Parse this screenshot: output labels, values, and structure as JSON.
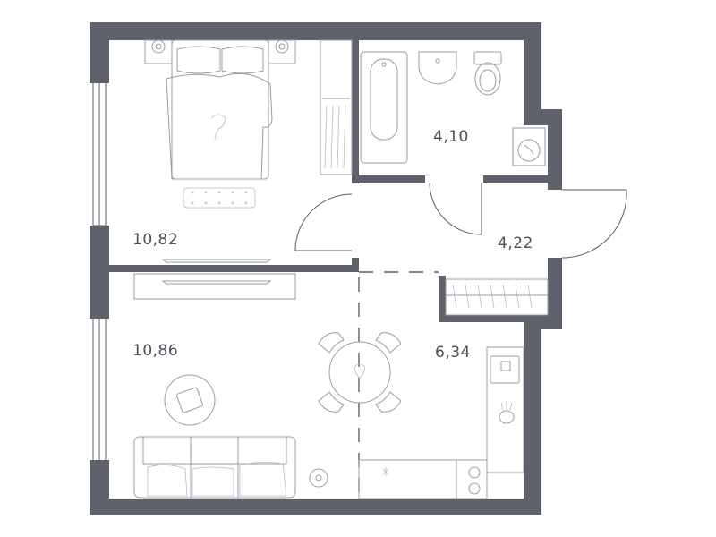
{
  "colors": {
    "wall": "#5f626b",
    "furniture": "#9a9ca3",
    "text": "#4a4d55",
    "background": "#ffffff"
  },
  "rooms": [
    {
      "id": "bedroom",
      "area": "10,82"
    },
    {
      "id": "bathroom",
      "area": "4,10"
    },
    {
      "id": "hallway",
      "area": "4,22"
    },
    {
      "id": "living-room",
      "area": "10,86"
    },
    {
      "id": "kitchen",
      "area": "6,34"
    }
  ],
  "icons": [
    "bed-icon",
    "nightstand-icon",
    "bathtub-icon",
    "sink-icon",
    "toilet-icon",
    "washing-machine-icon",
    "wardrobe-icon",
    "tv-icon",
    "dining-table-icon",
    "chair-icon",
    "sofa-icon",
    "rug-icon",
    "kitchen-sink-icon",
    "stove-icon",
    "window-icon",
    "door-icon"
  ]
}
